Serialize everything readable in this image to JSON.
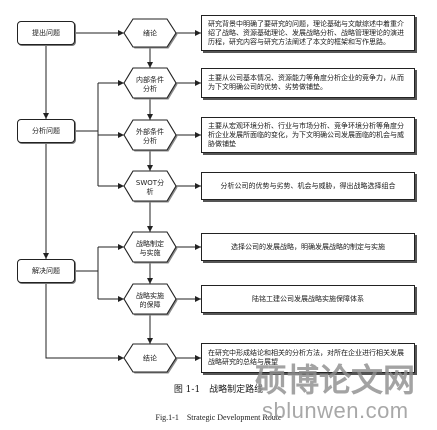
{
  "figure": {
    "stages": [
      {
        "label": "提出问题"
      },
      {
        "label": "分析问题"
      },
      {
        "label": "解决问题"
      }
    ],
    "steps": [
      {
        "label_lines": [
          "绪论"
        ],
        "description": "研究背景中明确了要研究的问题，理论基础与文献综述中着重介绍了战略、资源基础理论、发展战略分析、战略管理理论的演进历程，研究内容与研究方法阐述了本文的框架和写作思路。"
      },
      {
        "label_lines": [
          "内部条件",
          "分析"
        ],
        "description": "主要从公司基本情况、资源能力等角度分析企业的竞争力，从而为下文明确公司的优势、劣势做铺垫。"
      },
      {
        "label_lines": [
          "外部条件",
          "分析"
        ],
        "description": "主要从宏观环境分析、行业与市场分析、竞争环境分析等角度分析企业发展所面临的变化，为下文明确公司发展面临的机会与威胁做铺垫"
      },
      {
        "label_lines": [
          "SWOT分",
          "析"
        ],
        "description": "分析公司的优势与劣势、机会与威胁，得出战略选择组合"
      },
      {
        "label_lines": [
          "战略制定",
          "与实施"
        ],
        "description": "选择公司的发展战略，明确发展战略的制定与实施"
      },
      {
        "label_lines": [
          "战略实施",
          "的保障"
        ],
        "description": "陆铭工建公司发展战略实施保障体系"
      },
      {
        "label_lines": [
          "结论"
        ],
        "description": "在研究中形成结论和相关的分析方法，对所在企业进行相关发展战略研究的总结与展望"
      }
    ]
  },
  "caption": {
    "zh": "图 1-1　战略制定路线",
    "en": "Fig.1-1　Strategic Development Route"
  },
  "watermark": {
    "brand": "硕博论文网",
    "url": "sblunwen.com"
  }
}
